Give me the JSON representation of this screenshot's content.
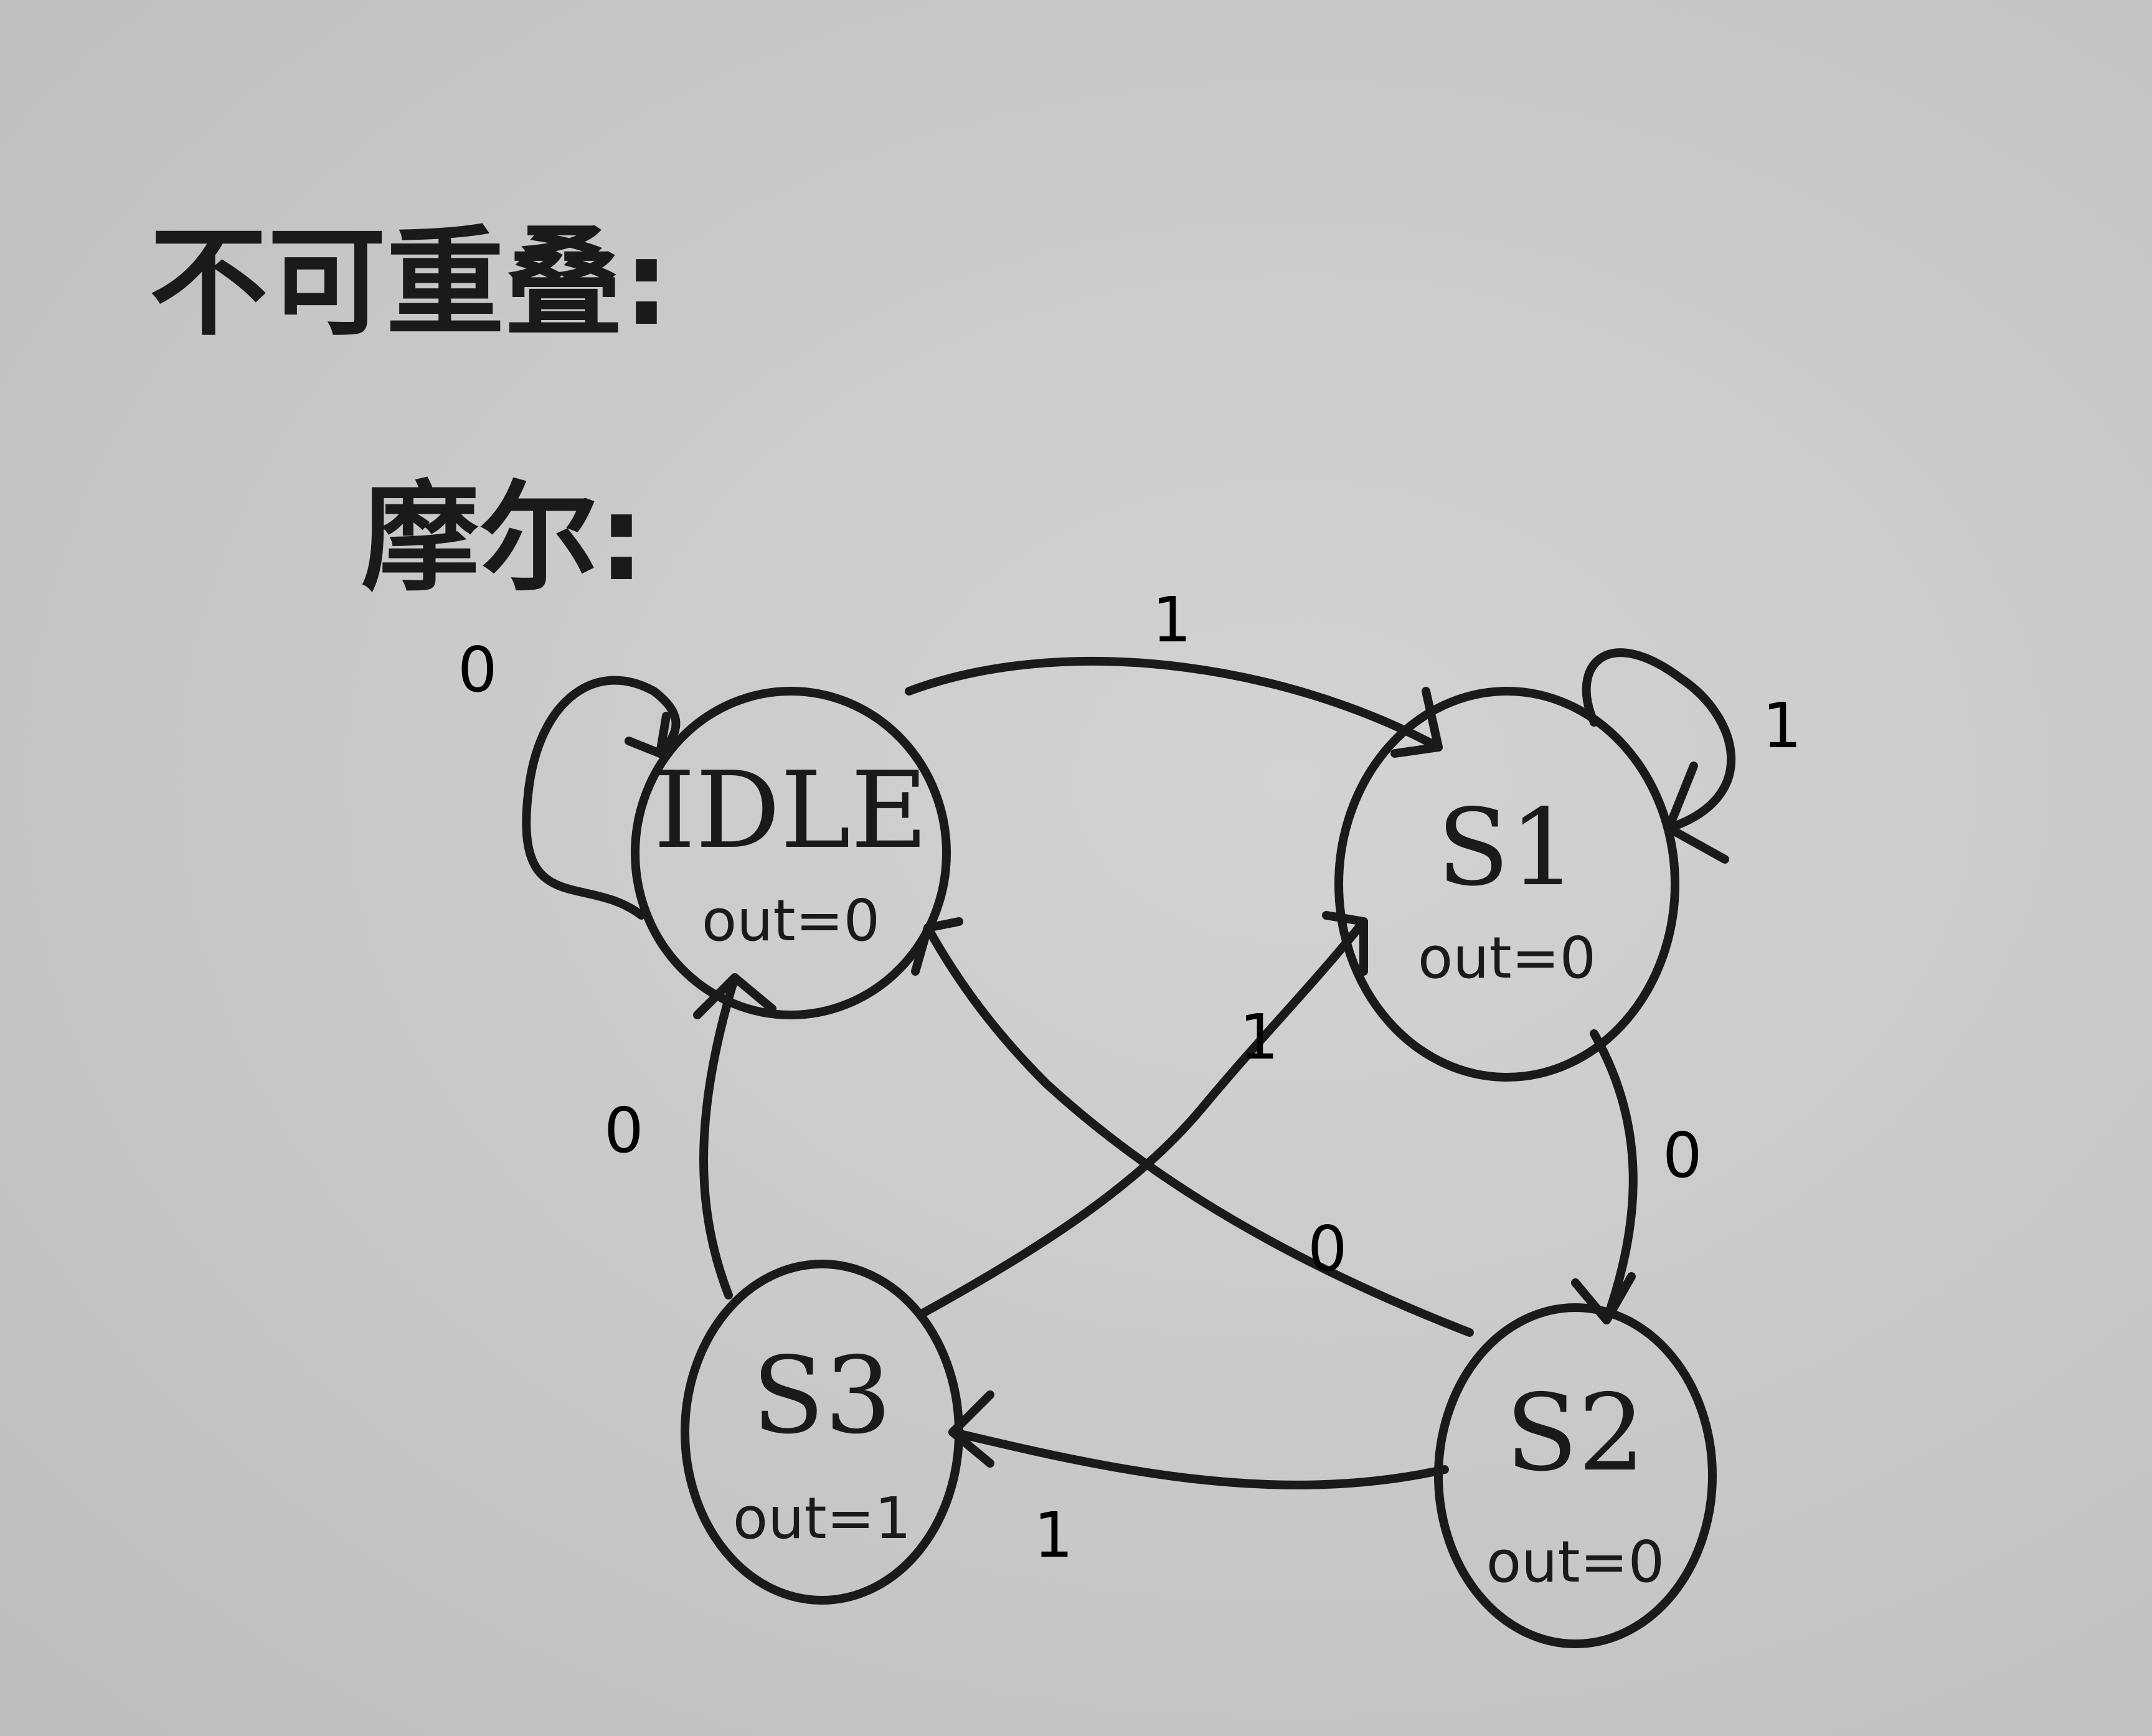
{
  "diagram": {
    "type": "moore-fsm",
    "heading": "不可重叠:",
    "subheading": "摩尔:",
    "states": [
      {
        "id": "IDLE",
        "name": "IDLE",
        "output": "out=0"
      },
      {
        "id": "S1",
        "name": "S1",
        "output": "out=0"
      },
      {
        "id": "S2",
        "name": "S2",
        "output": "out=0"
      },
      {
        "id": "S3",
        "name": "S3",
        "output": "out=1"
      }
    ],
    "transitions": [
      {
        "from": "IDLE",
        "to": "IDLE",
        "input": "0"
      },
      {
        "from": "IDLE",
        "to": "S1",
        "input": "1"
      },
      {
        "from": "S1",
        "to": "S1",
        "input": "1"
      },
      {
        "from": "S1",
        "to": "S2",
        "input": "0"
      },
      {
        "from": "S2",
        "to": "S3",
        "input": "1"
      },
      {
        "from": "S2",
        "to": "IDLE",
        "input": "0"
      },
      {
        "from": "S3",
        "to": "IDLE",
        "input": "0"
      },
      {
        "from": "S3",
        "to": "S1",
        "input": "1"
      }
    ],
    "colors": {
      "ink": "#1c1a19",
      "paper": "#cdcdcb"
    }
  }
}
